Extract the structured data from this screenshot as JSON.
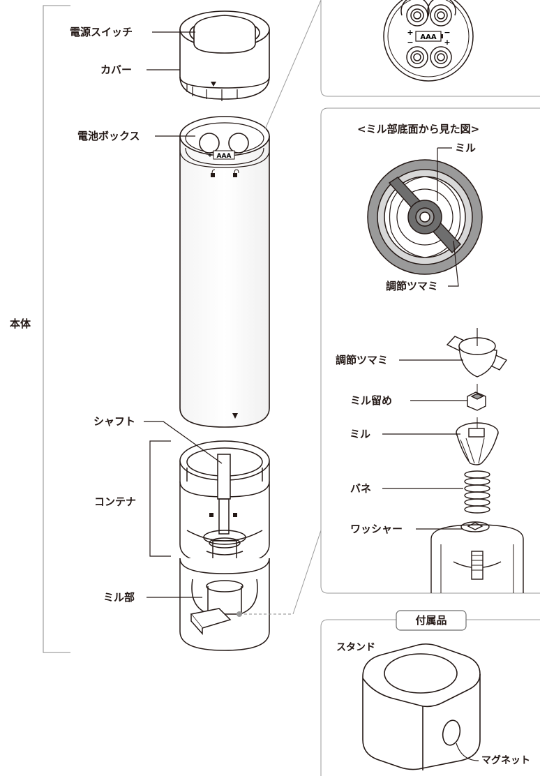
{
  "main_body": {
    "group_label": "本体",
    "power_switch": "電源スイッチ",
    "cover": "カバー",
    "battery_box": "電池ボックス",
    "shaft": "シャフト",
    "container": "コンテナ",
    "mill_section": "ミル部",
    "battery_text": "AAA",
    "plus": "+",
    "minus": "−"
  },
  "bottom_view": {
    "title": "<ミル部底面から見た図>",
    "mill": "ミル",
    "knob": "調節ツマミ"
  },
  "exploded": {
    "knob": "調節ツマミ",
    "mill_stopper": "ミル留め",
    "mill": "ミル",
    "spring": "バネ",
    "washer": "ワッシャー"
  },
  "accessories": {
    "title": "付属品",
    "stand": "スタンド",
    "magnet": "マグネット"
  }
}
